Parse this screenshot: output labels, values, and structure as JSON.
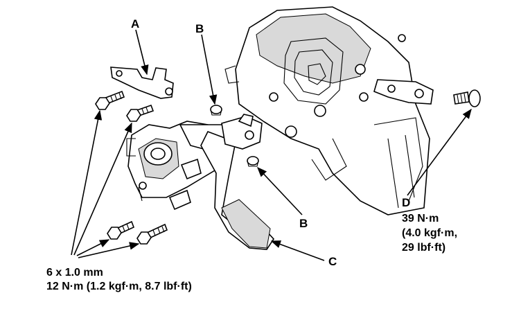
{
  "callouts": {
    "a": "A",
    "b_top": "B",
    "b_bottom": "B",
    "c": "C",
    "d": "D"
  },
  "torque_d": {
    "line1": "39 N·m",
    "line2": "(4.0 kgf·m,",
    "line3": "29 lbf·ft)"
  },
  "bolt_spec": {
    "size": "6 x 1.0 mm",
    "torque": "12 N·m (1.2 kgf·m, 8.7 lbf·ft)"
  }
}
